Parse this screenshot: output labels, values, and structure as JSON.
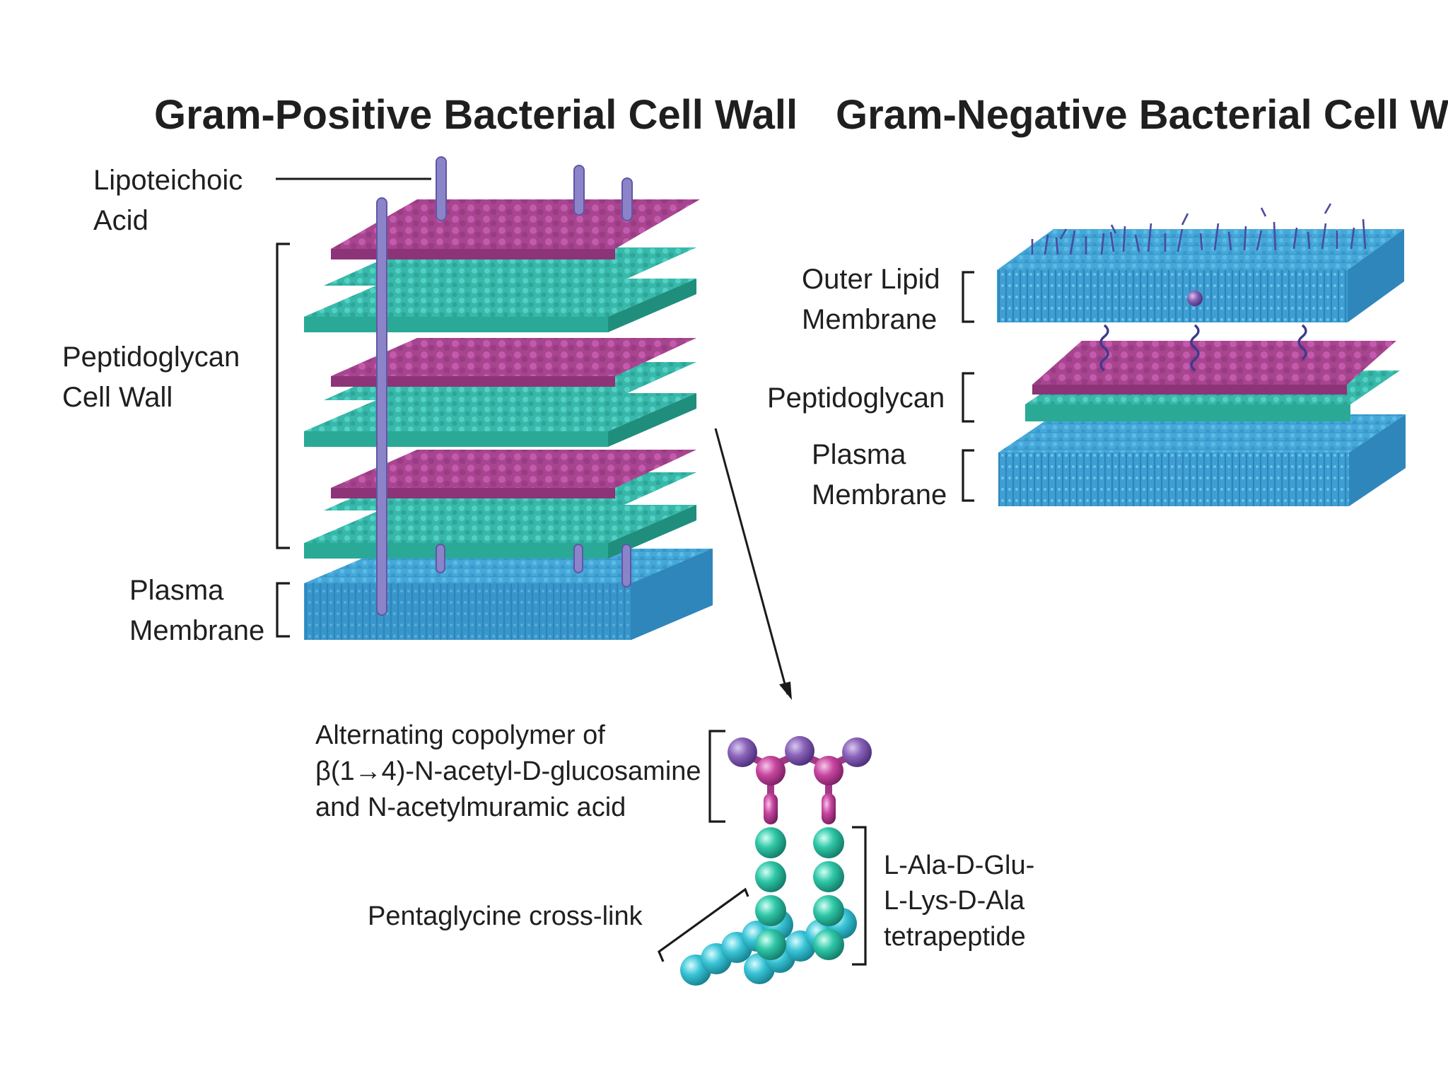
{
  "gram_positive": {
    "title": "Gram-Positive Bacterial Cell Wall",
    "lipoteichoic_line1": "Lipoteichoic",
    "lipoteichoic_line2": "Acid",
    "peptidoglycan_line1": "Peptidoglycan",
    "peptidoglycan_line2": "Cell Wall",
    "plasma_line1": "Plasma",
    "plasma_line2": "Membrane"
  },
  "gram_negative": {
    "title": "Gram-Negative Bacterial Cell Wall",
    "outer_line1": "Outer Lipid",
    "outer_line2": "Membrane",
    "peptidoglycan": "Peptidoglycan",
    "plasma_line1": "Plasma",
    "plasma_line2": "Membrane"
  },
  "detail": {
    "copolymer_line1": "Alternating copolymer of",
    "copolymer_line2": "β(1→4)-N-acetyl-D-glucosamine",
    "copolymer_line3": "and N-acetylmuramic acid",
    "crosslink": "Pentaglycine cross-link",
    "peptide_line1": "L-Ala-D-Glu-",
    "peptide_line2": "L-Lys-D-Ala",
    "peptide_line3": "tetrapeptide"
  },
  "colors": {
    "membrane_blue": "#45a8d8",
    "membrane_dark": "#2f86bb",
    "peptidoglycan_magenta": "#b2479a",
    "peptidoglycan_teal": "#3ec3b3",
    "lipoteichoic_purple": "#8b84c8",
    "glycine_cyan": "#3bc6d0"
  }
}
